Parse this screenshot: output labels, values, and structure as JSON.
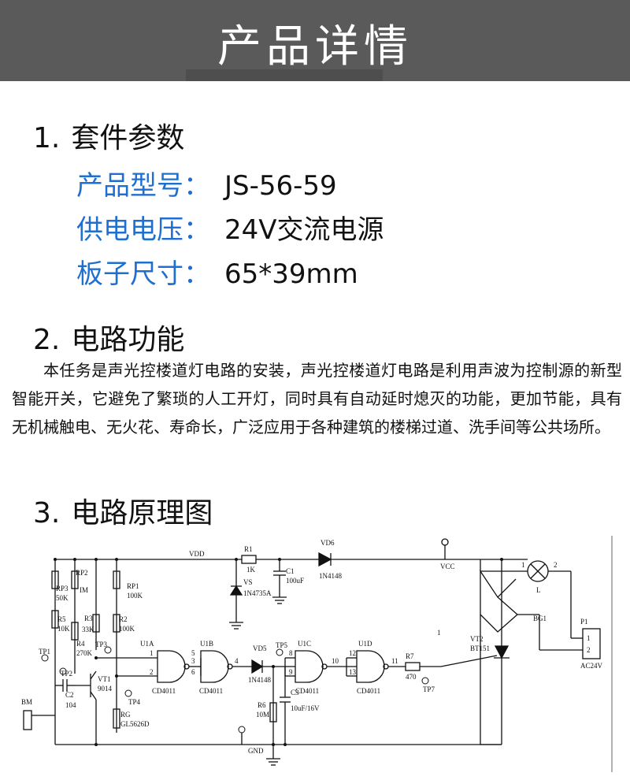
{
  "header": {
    "title": "产品详情"
  },
  "sections": [
    {
      "num": "1.",
      "title": "套件参数"
    },
    {
      "num": "2.",
      "title": "电路功能"
    },
    {
      "num": "3.",
      "title": "电路原理图"
    }
  ],
  "specs": [
    {
      "key": "产品型号：",
      "value": "JS-56-59"
    },
    {
      "key": "供电电压：",
      "value": "24V交流电源"
    },
    {
      "key": "板子尺寸：",
      "value": "65*39mm"
    }
  ],
  "function_text": "本任务是声光控楼道灯电路的安装，声光控楼道灯电路是利用声波为控制源的新型智能开关，它避免了繁琐的人工开灯，同时具有自动延时熄灭的功能，更加节能，具有无机械触电、无火花、寿命长，广泛应用于各种建筑的楼梯过道、洗手间等公共场所。",
  "schematic": {
    "vdd": "VDD",
    "gnd": "GND",
    "vcc": "VCC",
    "r1": "R1",
    "r1v": "1K",
    "c1": "C1",
    "c1v": "100uF",
    "vd6": "VD6",
    "vd6v": "1N4148",
    "vs": "VS",
    "vsv": "1N4735A",
    "rp3": "RP3",
    "rp3v": "50K",
    "rp2": "RP2",
    "rp2v": "IM",
    "rp1": "RP1",
    "rp1v": "100K",
    "r5": "R5",
    "r5v": "10K",
    "r4": "R4",
    "r4v": "270K",
    "r3": "R3",
    "r3v": "33K",
    "r2": "R2",
    "r2v": "100K",
    "tp1": "TP1",
    "tp2": "TP2",
    "tp3": "TP3",
    "tp4": "TP4",
    "tp5": "TP5",
    "tp7": "TP7",
    "c2": "C2",
    "c2v": "104",
    "vt1": "VT1",
    "vt1v": "9014",
    "bm": "BM",
    "rg": "RG",
    "rgv": "GL5626D",
    "u1a": "U1A",
    "u1b": "U1B",
    "u1c": "U1C",
    "u1d": "U1D",
    "ic": "CD4011",
    "vd5": "VD5",
    "vd5v": "1N4148",
    "r6": "R6",
    "r6v": "10M",
    "c3": "C3",
    "c3v": "10uF/16V",
    "r7": "R7",
    "r7v": "470",
    "vt2": "VT2",
    "vt2v": "BT151",
    "lamp": "L",
    "bg1": "BG1",
    "p1": "P1",
    "p1a": "1",
    "p1b": "2",
    "ac": "AC24V",
    "pins": [
      "1",
      "2",
      "3",
      "5",
      "6",
      "4",
      "8",
      "9",
      "10",
      "12",
      "13",
      "11",
      "1",
      "2",
      "1"
    ]
  }
}
